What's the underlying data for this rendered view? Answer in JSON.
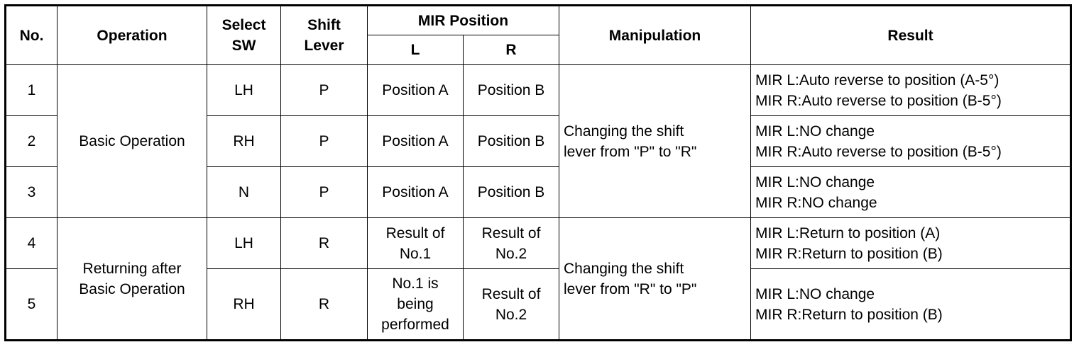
{
  "headers": {
    "no": "No.",
    "operation": "Operation",
    "select_sw": [
      "Select",
      "SW"
    ],
    "shift_lever": [
      "Shift",
      "Lever"
    ],
    "mir_position": "MIR Position",
    "mir_l": "L",
    "mir_r": "R",
    "manipulation": "Manipulation",
    "result": "Result"
  },
  "groups": [
    {
      "operation": "Basic Operation",
      "manipulation": [
        "Changing the shift",
        "lever from \"P\" to \"R\""
      ]
    },
    {
      "operation": [
        "Returning after",
        "Basic Operation"
      ],
      "manipulation": [
        "Changing the shift",
        "lever from \"R\" to \"P\""
      ]
    }
  ],
  "rows": [
    {
      "no": "1",
      "select_sw": "LH",
      "shift_lever": "P",
      "mir_l": [
        "Position A"
      ],
      "mir_r": [
        "Position B"
      ],
      "result": [
        "MIR L:Auto reverse to position (A-5°)",
        "MIR R:Auto reverse to position (B-5°)"
      ]
    },
    {
      "no": "2",
      "select_sw": "RH",
      "shift_lever": "P",
      "mir_l": [
        "Position A"
      ],
      "mir_r": [
        "Position B"
      ],
      "result": [
        "MIR L:NO change",
        "MIR R:Auto reverse to position (B-5°)"
      ]
    },
    {
      "no": "3",
      "select_sw": "N",
      "shift_lever": "P",
      "mir_l": [
        "Position A"
      ],
      "mir_r": [
        "Position B"
      ],
      "result": [
        "MIR L:NO change",
        "MIR R:NO change"
      ]
    },
    {
      "no": "4",
      "select_sw": "LH",
      "shift_lever": "R",
      "mir_l": [
        "Result of",
        "No.1"
      ],
      "mir_r": [
        "Result of",
        "No.2"
      ],
      "result": [
        "MIR L:Return to position (A)",
        "MIR R:Return to position (B)"
      ]
    },
    {
      "no": "5",
      "select_sw": "RH",
      "shift_lever": "R",
      "mir_l": [
        "No.1 is",
        "being",
        "performed"
      ],
      "mir_r": [
        "Result of",
        "No.2"
      ],
      "result": [
        "MIR L:NO change",
        "MIR R:Return to position (B)"
      ]
    }
  ]
}
